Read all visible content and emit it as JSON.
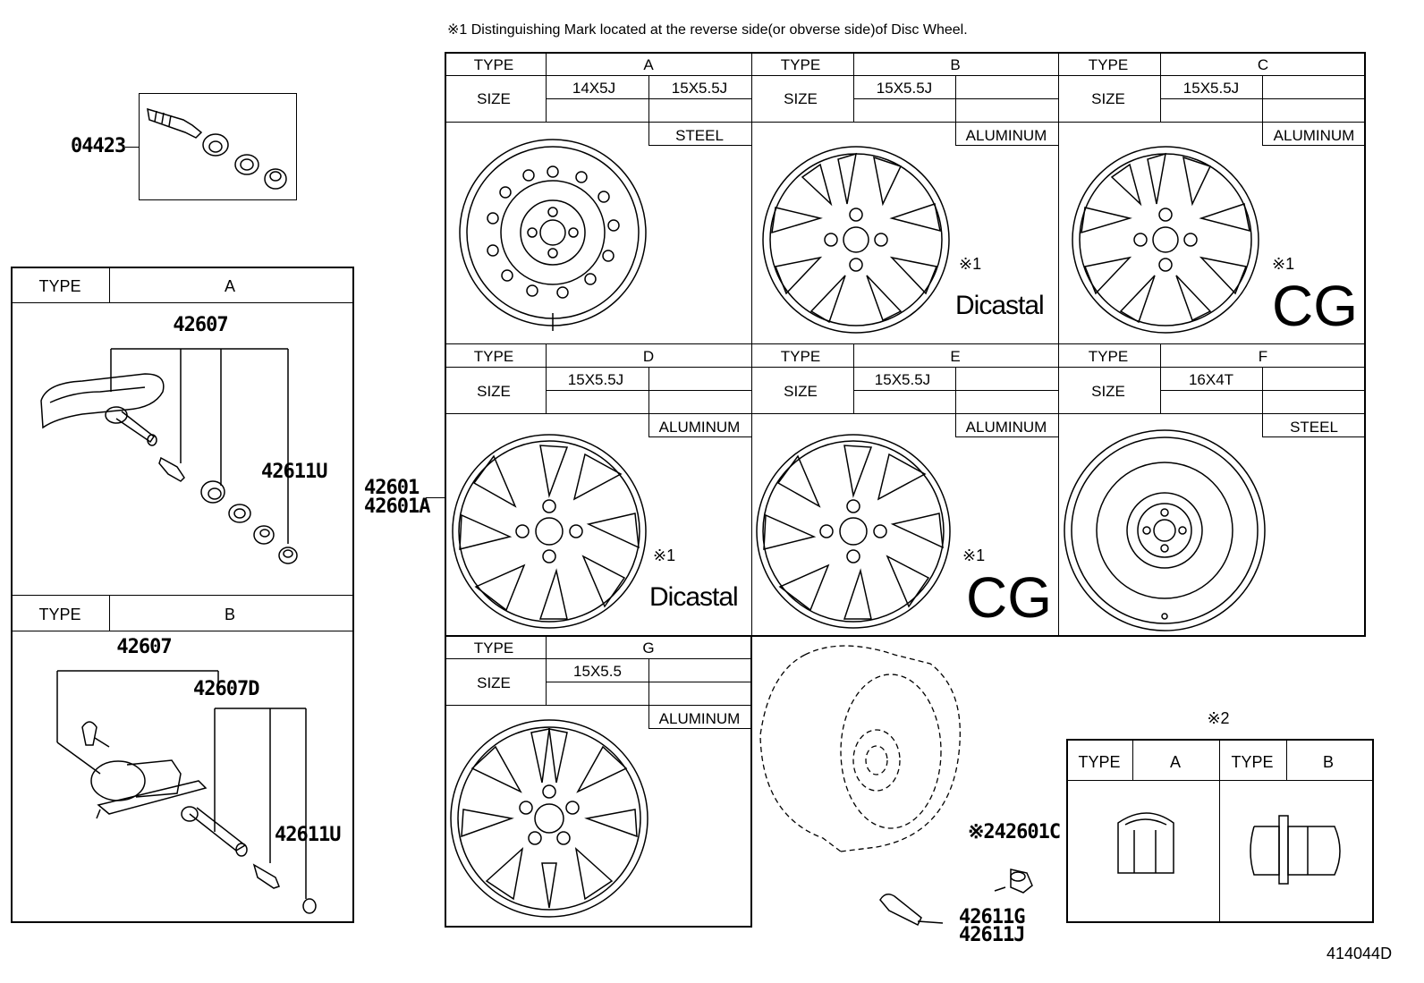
{
  "note": "※1 Distinguishing Mark located at the reverse side(or obverse side)of Disc Wheel.",
  "diagram_id": "414044D",
  "labels": {
    "type": "TYPE",
    "size": "SIZE",
    "mark1": "※1",
    "mark2": "※2"
  },
  "parts": {
    "p04423": "04423",
    "p42607a": "42607",
    "p42611u_a": "42611U",
    "p42607b": "42607",
    "p42607d": "42607D",
    "p42611u_b": "42611U",
    "p42601": "42601",
    "p42601a": "42601A",
    "p42601c": "※242601C",
    "p42611g": "42611G",
    "p42611j": "42611J"
  },
  "sensor_types": {
    "a": "A",
    "b": "B"
  },
  "wheels": {
    "A": {
      "type": "A",
      "size1": "14X5J",
      "size2": "15X5.5J",
      "material": "STEEL"
    },
    "B": {
      "type": "B",
      "size1": "15X5.5J",
      "material": "ALUMINUM",
      "brand": "Dicastal"
    },
    "C": {
      "type": "C",
      "size1": "15X5.5J",
      "material": "ALUMINUM",
      "brand": "CG"
    },
    "D": {
      "type": "D",
      "size1": "15X5.5J",
      "material": "ALUMINUM",
      "brand": "Dicastal"
    },
    "E": {
      "type": "E",
      "size1": "15X5.5J",
      "material": "ALUMINUM",
      "brand": "CG"
    },
    "F": {
      "type": "F",
      "size1": "16X4T",
      "material": "STEEL"
    },
    "G": {
      "type": "G",
      "size1": "15X5.5",
      "material": "ALUMINUM"
    }
  },
  "nut_types": {
    "a": "A",
    "b": "B"
  }
}
